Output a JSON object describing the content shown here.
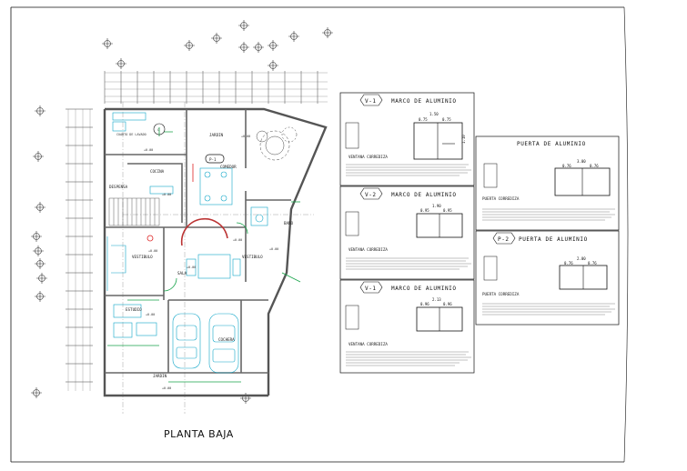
{
  "plan": {
    "title": "PLANTA BAJA",
    "rooms": {
      "cuarto_lavado": "CUARTO DE LAVADO",
      "jardin_top": "JARDIN",
      "cocina": "COCINA",
      "comedor": "COMEDOR",
      "despensa": "DESPENSA",
      "bano": "BAÑO",
      "vestibulo_l": "VESTIBULO",
      "vestibulo_r": "VESTIBULO",
      "sala": "SALA",
      "estudio": "ESTUDIO",
      "cochera": "COCHERA",
      "jardin_bottom": "JARDIN"
    },
    "levels": {
      "l1": "+0.00",
      "l2": "+0.00",
      "l3": "+0.00",
      "l4": "+0.00",
      "l5": "+0.00",
      "l6": "+0.00",
      "l7": "+0.00",
      "l8": "+0.00",
      "l9": "+0.00"
    },
    "tags": {
      "p1": "P-1",
      "c": "C"
    }
  },
  "details": {
    "v1": {
      "tag": "V-1",
      "title": "MARCO DE ALUMINIO",
      "caption": "VENTANA CORREDIZA",
      "dim_w": "1.50",
      "dim_a": "0.75",
      "dim_b": "0.75",
      "dim_h": "1.10"
    },
    "v2": {
      "tag": "V-2",
      "title": "MARCO DE ALUMINIO",
      "caption": "VENTANA CORREDIZA",
      "dim_w": "1.90",
      "dim_a": "0.95",
      "dim_b": "0.95"
    },
    "v3": {
      "tag": "V-1",
      "title": "MARCO DE ALUMINIO",
      "caption": "VENTANA CORREDIZA",
      "dim_w": "2.13",
      "dim_a": "0.96",
      "dim_b": "0.96"
    },
    "p1": {
      "title": "PUERTA DE ALUMINIO",
      "caption": "PUERTA CORREDIZA",
      "dim_w": "3.00",
      "dim_a": "0.76",
      "dim_b": "0.76"
    },
    "p2": {
      "tag": "P-2",
      "title": "PUERTA DE ALUMINIO",
      "caption": "PUERTA CORREDIZA",
      "dim_w": "2.00",
      "dim_a": "0.76",
      "dim_b": "0.76"
    }
  }
}
